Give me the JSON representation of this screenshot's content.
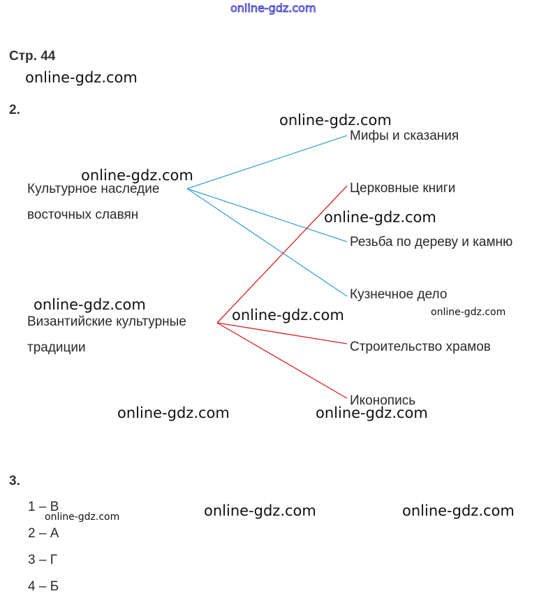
{
  "watermark": "online-gdz.com",
  "page_heading": "Стр. 44",
  "task2": {
    "number": "2.",
    "left": [
      {
        "line1": "Культурное наследие",
        "line2": "восточных славян"
      },
      {
        "line1": "Византийские культурные",
        "line2": "традиции"
      }
    ],
    "right": [
      "Мифы и сказания",
      "Церковные книги",
      "Резьба по дереву и камню",
      "Кузнечное дело",
      "Строительство храмов",
      "Иконопись"
    ],
    "colors": {
      "slavic": "#3aa0d8",
      "byzantine": "#d82020"
    }
  },
  "task3": {
    "number": "3.",
    "answers": [
      "1 – В",
      "2 – А",
      "3 – Г",
      "4 – Б"
    ]
  }
}
